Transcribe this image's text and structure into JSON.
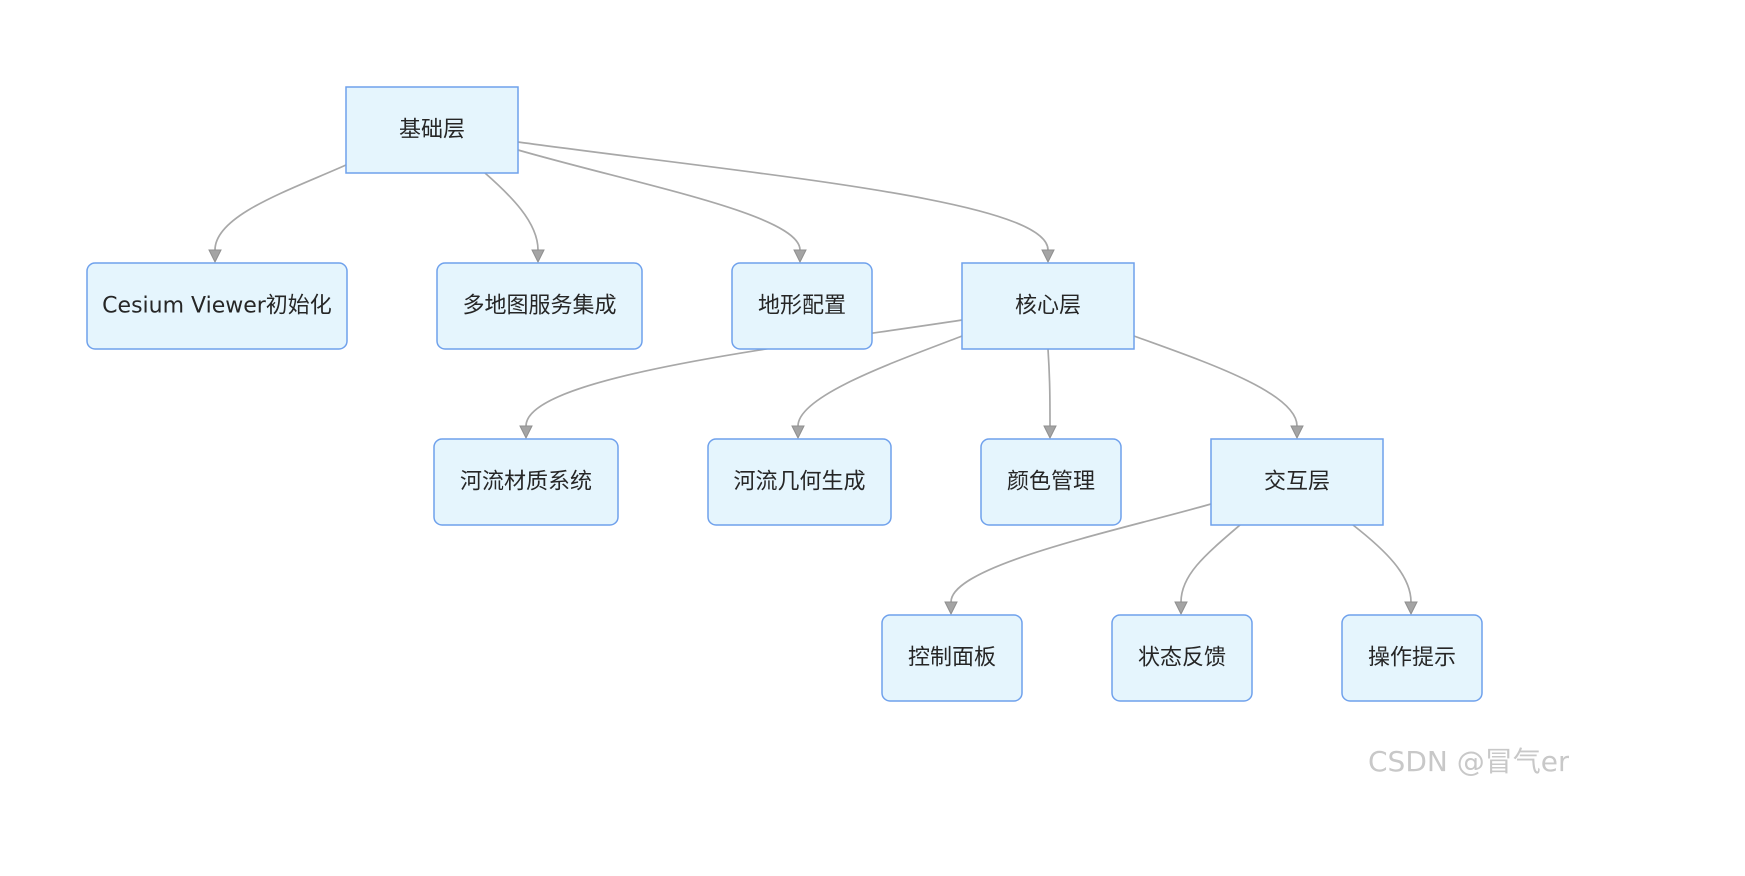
{
  "diagram": {
    "nodes": [
      {
        "id": "foundation",
        "label": "基础层",
        "kind": "layer"
      },
      {
        "id": "cesium-init",
        "label": "Cesium Viewer初始化",
        "kind": "module"
      },
      {
        "id": "multi-map",
        "label": "多地图服务集成",
        "kind": "module"
      },
      {
        "id": "terrain",
        "label": "地形配置",
        "kind": "module"
      },
      {
        "id": "core",
        "label": "核心层",
        "kind": "layer"
      },
      {
        "id": "river-material",
        "label": "河流材质系统",
        "kind": "module"
      },
      {
        "id": "river-geometry",
        "label": "河流几何生成",
        "kind": "module"
      },
      {
        "id": "color-mgmt",
        "label": "颜色管理",
        "kind": "module"
      },
      {
        "id": "interaction",
        "label": "交互层",
        "kind": "layer"
      },
      {
        "id": "control-panel",
        "label": "控制面板",
        "kind": "module"
      },
      {
        "id": "status-feedback",
        "label": "状态反馈",
        "kind": "module"
      },
      {
        "id": "operation-hint",
        "label": "操作提示",
        "kind": "module"
      }
    ],
    "edges": [
      {
        "from": "foundation",
        "to": "cesium-init"
      },
      {
        "from": "foundation",
        "to": "multi-map"
      },
      {
        "from": "foundation",
        "to": "terrain"
      },
      {
        "from": "foundation",
        "to": "core"
      },
      {
        "from": "core",
        "to": "river-material"
      },
      {
        "from": "core",
        "to": "river-geometry"
      },
      {
        "from": "core",
        "to": "color-mgmt"
      },
      {
        "from": "core",
        "to": "interaction"
      },
      {
        "from": "interaction",
        "to": "control-panel"
      },
      {
        "from": "interaction",
        "to": "status-feedback"
      },
      {
        "from": "interaction",
        "to": "operation-hint"
      }
    ]
  },
  "watermark": "CSDN @冒气er"
}
